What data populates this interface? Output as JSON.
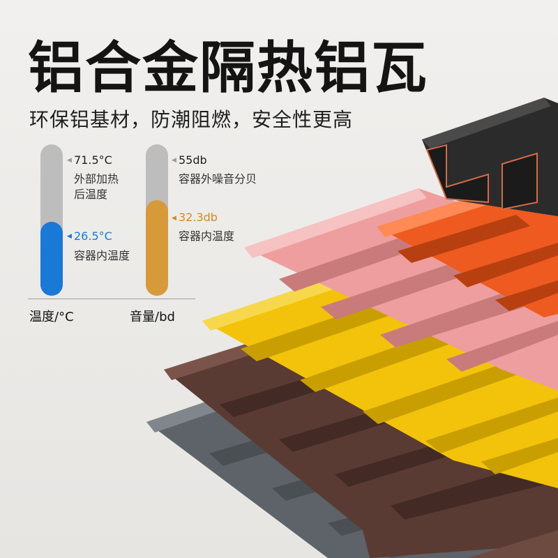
{
  "header": {
    "title": "铝合金隔热铝瓦",
    "subtitle": "环保铝基材，防潮阻燃，安全性更高"
  },
  "temperature_chart": {
    "axis_label": "温度/°C",
    "top_value": "71.5°C",
    "top_desc_line1": "外部加热",
    "top_desc_line2": "后温度",
    "bottom_value": "26.5°C",
    "bottom_desc": "容器内温度",
    "fill_level": 0.49,
    "fill_color": "#1a78d6",
    "value_color": "#1a78d6"
  },
  "sound_chart": {
    "axis_label": "音量/bd",
    "top_value": "55db",
    "top_desc": "容器外噪音分贝",
    "bottom_value": "32.3db",
    "bottom_desc": "容器内温度",
    "fill_level": 0.63,
    "fill_color": "#d79a3a",
    "value_color": "#d08a25"
  },
  "product_colors": [
    "#2b2b2b",
    "#ee5a1f",
    "#ee9e9e",
    "#f2c30a",
    "#5a3b33",
    "#5d6368"
  ]
}
